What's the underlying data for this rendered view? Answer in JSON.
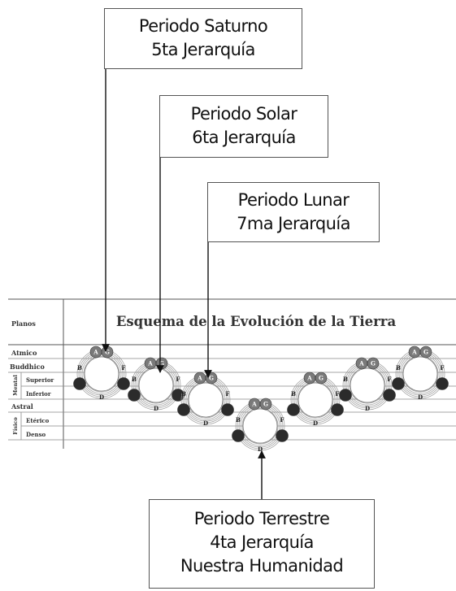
{
  "callouts": {
    "saturno": {
      "line1": "Periodo Saturno",
      "line2": "5ta Jerarquía"
    },
    "solar": {
      "line1": "Periodo Solar",
      "line2": "6ta Jerarquía"
    },
    "lunar": {
      "line1": "Periodo Lunar",
      "line2": "7ma Jerarquía"
    },
    "terrestre": {
      "line1": "Periodo Terrestre",
      "line2": "4ta Jerarquía",
      "line3": "Nuestra Humanidad"
    }
  },
  "diagram": {
    "title": "Esquema de la Evolución de la Tierra",
    "header": "Planos",
    "planes": {
      "atmico": "Atmico",
      "buddhico": "Buddhico",
      "mental_group": "Mental",
      "superior": "Superior",
      "inferior": "Inferior",
      "astral": "Astral",
      "fisico_group": "Físico",
      "eterico": "Etérico",
      "denso": "Denso"
    },
    "globe_letters": {
      "a": "A",
      "g": "G",
      "b": "B",
      "f": "F",
      "d": "D"
    }
  }
}
